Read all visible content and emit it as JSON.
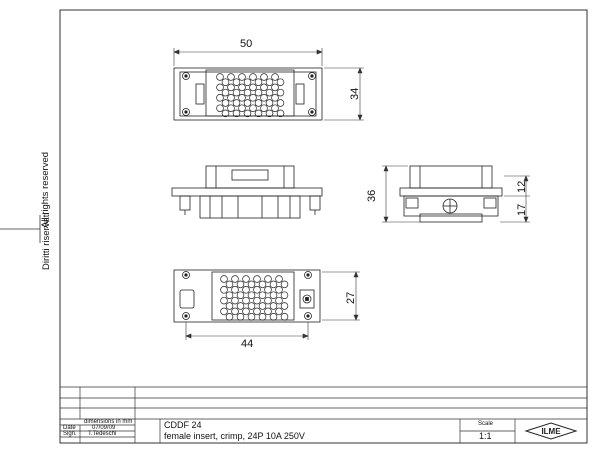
{
  "side_notes": {
    "rights_reserved": "All rights reserved",
    "diritti": "Diritti riservati"
  },
  "dimensions": {
    "width_top": "50",
    "height_top": "34",
    "height_side": "36",
    "dim_12": "12",
    "dim_17": "17",
    "height_bottom": "27",
    "width_bottom": "44"
  },
  "title_block": {
    "units_label": "dimensions in mm",
    "date_label": "Date",
    "date_value": "07/09/09",
    "sign_label": "Sign.",
    "sign_value": "T.Tedeschi",
    "code": "CDDF 24",
    "description": "female insert, crimp, 24P 10A 250V",
    "scale_label": "Scale",
    "scale_value": "1:1",
    "logo_text": "ILME"
  }
}
